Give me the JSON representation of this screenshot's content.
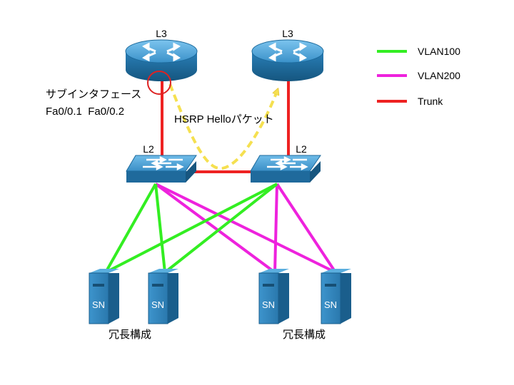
{
  "routers": [
    {
      "label": "L3"
    },
    {
      "label": "L3"
    }
  ],
  "switches": [
    {
      "label": "L2"
    },
    {
      "label": "L2"
    }
  ],
  "servers": [
    {
      "label": "SN"
    },
    {
      "label": "SN"
    },
    {
      "label": "SN"
    },
    {
      "label": "SN"
    }
  ],
  "annotations": {
    "subinterface_title": "サブインタフェース",
    "subinterface_ports": "Fa0/0.1  Fa0/0.2",
    "hsrp": "HSRP Helloパケット",
    "redundancy_left": "冗長構成",
    "redundancy_right": "冗長構成"
  },
  "legend": [
    {
      "label": "VLAN100",
      "color": "#33ee22"
    },
    {
      "label": "VLAN200",
      "color": "#ee22dd"
    },
    {
      "label": "Trunk",
      "color": "#ee2222"
    }
  ],
  "colors": {
    "device_blue": "#2a7fb8",
    "device_light": "#5fb0e0",
    "hsrp_arrow": "#f5e050",
    "highlight_circle": "#dd2222"
  }
}
